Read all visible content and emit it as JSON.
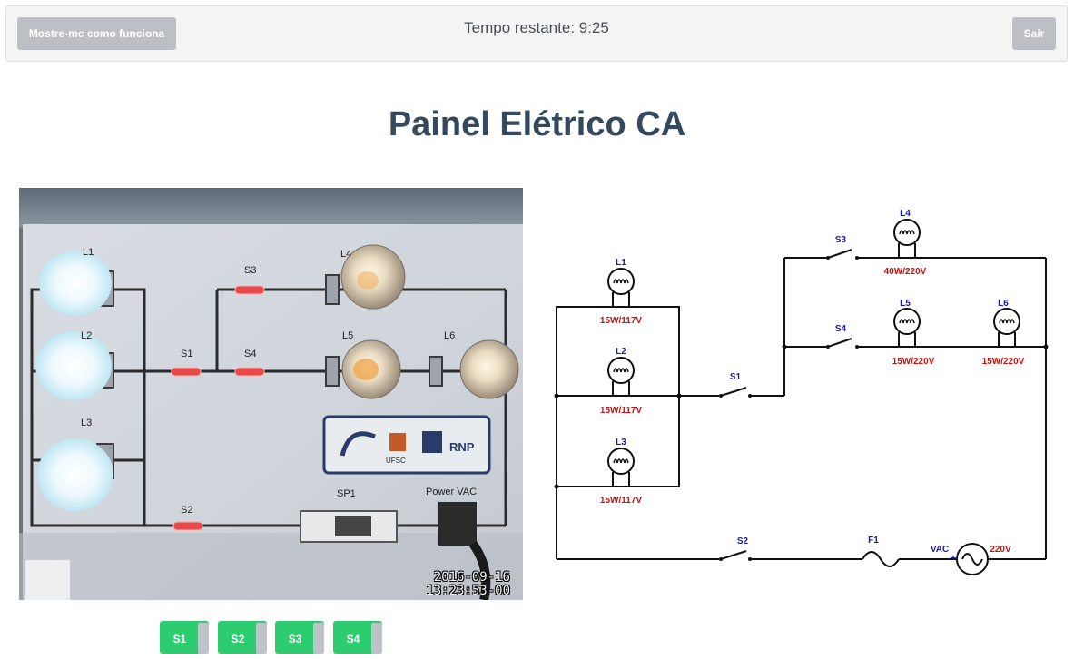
{
  "header": {
    "demo_button": "Mostre-me como funciona",
    "timer": "Tempo restante: 9:25",
    "exit_button": "Sair"
  },
  "page": {
    "title": "Painel Elétrico CA"
  },
  "camera": {
    "timestamp_date": "2016-09-16",
    "timestamp_time": "13:23:53-00",
    "panel_labels": {
      "l1": "L1",
      "l2": "L2",
      "l3": "L3",
      "l4": "L4",
      "l5": "L5",
      "l6": "L6",
      "s1": "S1",
      "s2": "S2",
      "s3": "S3",
      "s4": "S4",
      "sp1": "SP1",
      "power": "Power VAC",
      "ufsc": "UFSC",
      "rnp": "RNP"
    }
  },
  "schematic": {
    "lamps": [
      {
        "id": "L1",
        "rating": "15W/117V"
      },
      {
        "id": "L2",
        "rating": "15W/117V"
      },
      {
        "id": "L3",
        "rating": "15W/117V"
      },
      {
        "id": "L4",
        "rating": "40W/220V"
      },
      {
        "id": "L5",
        "rating": "15W/220V"
      },
      {
        "id": "L6",
        "rating": "15W/220V"
      }
    ],
    "switches": [
      "S1",
      "S2",
      "S3",
      "S4"
    ],
    "fuse": "F1",
    "source_label": "VAC",
    "source_voltage": "220V",
    "source_plus": "+",
    "colors": {
      "label_blue": "#1a1aa6",
      "rating_red": "#cc1111",
      "wire": "#111111"
    }
  },
  "switch_buttons": [
    {
      "label": "S1",
      "on": true
    },
    {
      "label": "S2",
      "on": true
    },
    {
      "label": "S3",
      "on": true
    },
    {
      "label": "S4",
      "on": true
    }
  ]
}
